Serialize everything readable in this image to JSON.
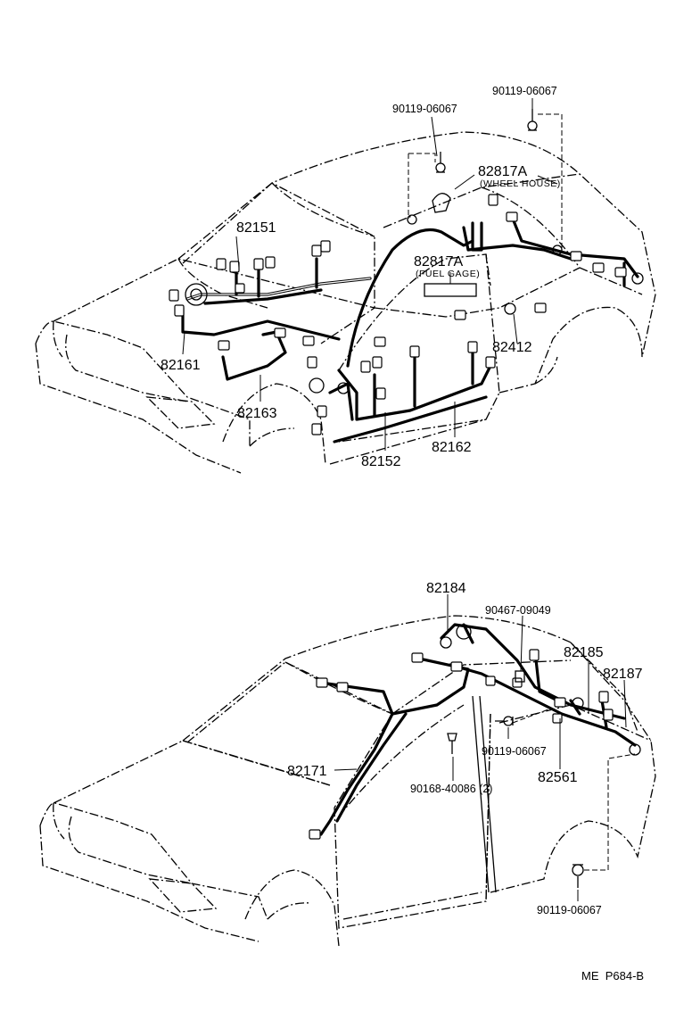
{
  "diagram": {
    "top_view": {
      "labels": {
        "bolt_a": "90119-06067",
        "bolt_b": "90119-06067",
        "part_82817a_wh": "82817A",
        "note_wheel_house": "(WHEEL HOUSE)",
        "part_82151": "82151",
        "part_82817a_fg": "82817A",
        "note_fuel_gage": "(FUEL GAGE)",
        "part_82412": "82412",
        "part_82161": "82161",
        "part_82163": "82163",
        "part_82162": "82162",
        "part_82152": "82152"
      }
    },
    "bottom_view": {
      "labels": {
        "part_82184": "82184",
        "bolt_90467": "90467-09049",
        "part_82185": "82185",
        "part_82187": "82187",
        "bolt_c": "90119-06067",
        "part_82561": "82561",
        "part_82171": "82171",
        "clip_90168": "90168-40086 (2)",
        "bolt_d": "90119-06067"
      }
    },
    "reference": "ME  P684-B"
  }
}
